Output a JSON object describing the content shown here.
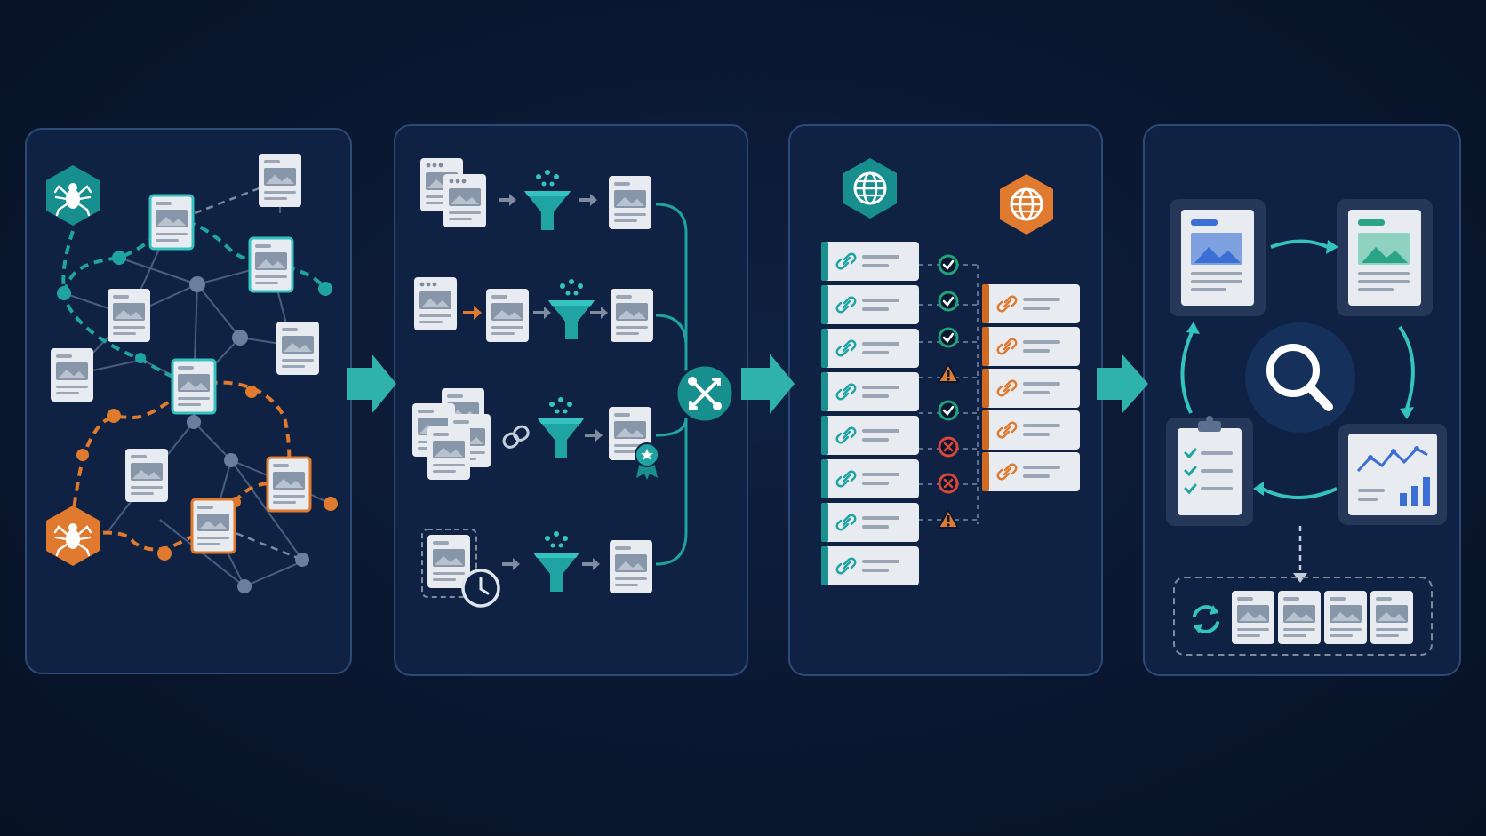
{
  "colors": {
    "background": "#0a1730",
    "panel_fill": "#0f2243",
    "panel_border": "#2c4a78",
    "teal": "#1fa3a3",
    "teal_bright": "#34c3c0",
    "orange": "#e07a2e",
    "node": "#6b7f9c",
    "edge": "#4a5f80",
    "doc": "#e8ecf1",
    "doc_line": "#9aa6b6",
    "doc_image": "#8796a8",
    "blue_accent": "#3b6fd6",
    "green_accent": "#2aa387",
    "success": "#1fa37a",
    "warning": "#e07a2e",
    "error": "#d9473a"
  },
  "panels": [
    {
      "id": "crawl",
      "icons": [
        "teal-spider-icon",
        "orange-spider-icon"
      ]
    },
    {
      "id": "filter",
      "icons": [
        "funnel-icon",
        "clock-icon",
        "link-icon",
        "award-badge-icon",
        "merge-tools-icon"
      ]
    },
    {
      "id": "dedupe",
      "icons": [
        "teal-globe-icon",
        "orange-globe-icon",
        "check-icon",
        "warning-icon",
        "error-icon"
      ]
    },
    {
      "id": "refresh",
      "icons": [
        "search-icon",
        "checklist-icon",
        "chart-icon",
        "refresh-icon"
      ]
    }
  ],
  "link_statuses": [
    "success",
    "success",
    "success",
    "warning",
    "success",
    "error",
    "error",
    "warning"
  ]
}
